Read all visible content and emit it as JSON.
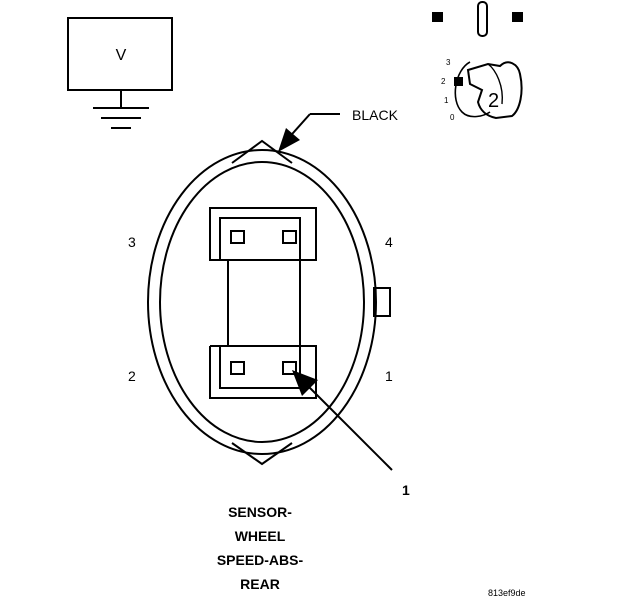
{
  "meter_symbol": "V",
  "wire_color_label": "BLACK",
  "pin_labels": {
    "pin3": "3",
    "pin4": "4",
    "pin2": "2",
    "pin1": "1"
  },
  "callout_number": "1",
  "connector_view": {
    "scale_ticks": [
      "3",
      "2",
      "1",
      "0"
    ],
    "view_number": "2"
  },
  "caption_lines": [
    "SENSOR-",
    "WHEEL",
    "SPEED-ABS-",
    "REAR"
  ],
  "figure_code": "813ef9de",
  "icons": [
    "voltmeter-icon",
    "ground-symbol-icon",
    "key-icon"
  ]
}
